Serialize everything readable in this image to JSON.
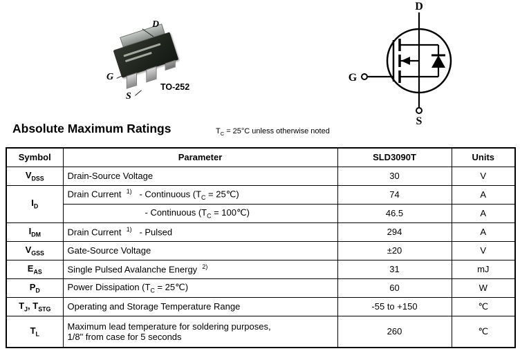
{
  "package": {
    "pin_d": "D",
    "pin_g": "G",
    "pin_s": "S",
    "package_name": "TO-252"
  },
  "mosfet_symbol": {
    "pin_d": "D",
    "pin_g": "G",
    "pin_s": "S"
  },
  "section": {
    "title": "Absolute Maximum Ratings",
    "condition_note": "T_{C} = 25°C unless otherwise noted"
  },
  "table": {
    "headers": {
      "symbol": "Symbol",
      "parameter": "Parameter",
      "part": "SLD3090T",
      "units": "Units"
    },
    "rows": [
      {
        "symbol": "V_{DSS}",
        "parameter": "Drain-Source Voltage",
        "value": "30",
        "unit": "V"
      },
      {
        "symbol": "I_{D}",
        "parameter": "Drain Current  ^{1)}   - Continuous (T_{C} = 25℃)",
        "value": "74",
        "unit": "A"
      },
      {
        "parameter": "- Continuous (T_{C} = 100℃)",
        "value": "46.5",
        "unit": "A"
      },
      {
        "symbol": "I_{DM}",
        "parameter": "Drain Current  ^{1)}   - Pulsed",
        "value": "294",
        "unit": "A"
      },
      {
        "symbol": "V_{GSS}",
        "parameter": "Gate-Source Voltage",
        "value": "±20",
        "unit": "V"
      },
      {
        "symbol": "E_{AS}",
        "parameter": "Single Pulsed Avalanche Energy  ^{2)}",
        "value": "31",
        "unit": "mJ"
      },
      {
        "symbol": "P_{D}",
        "parameter": "Power Dissipation (T_{C} = 25℃)",
        "value": "60",
        "unit": "W"
      },
      {
        "symbol": "T_{J}, T_{STG}",
        "parameter": "Operating and Storage Temperature Range",
        "value": "-55 to +150",
        "unit": "℃"
      },
      {
        "symbol": "T_{L}",
        "parameter": "Maximum lead temperature for soldering purposes,\n1/8\" from case for 5 seconds",
        "value": "260",
        "unit": "℃"
      }
    ]
  }
}
